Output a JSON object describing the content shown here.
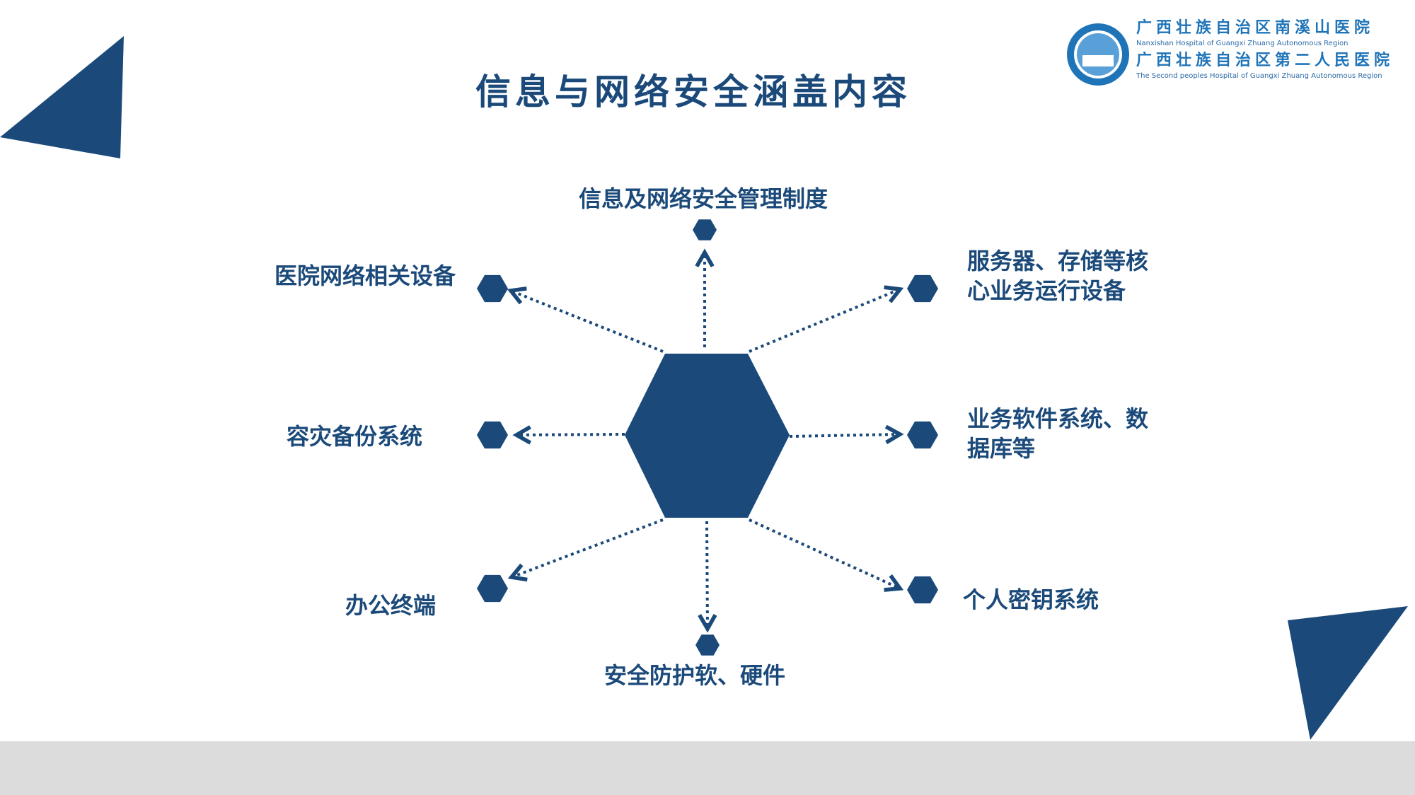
{
  "title": "信息与网络安全涵盖内容",
  "logo": {
    "cn1": "广西壮族自治区南溪山医院",
    "en1": "Nanxishan Hospital of Guangxi Zhuang Autonomous Region",
    "cn2": "广西壮族自治区第二人民医院",
    "en2": "The Second peoples Hospital of Guangxi Zhuang Autonomous Region"
  },
  "items": {
    "top": "信息及网络安全管理制度",
    "top_left": "医院网络相关设备",
    "top_right_1": "服务器、存储等核",
    "top_right_2": "心业务运行设备",
    "left": "容灾备份系统",
    "right_1": "业务软件系统、数",
    "right_2": "据库等",
    "bottom_left": "办公终端",
    "bottom_right": "个人密钥系统",
    "bottom": "安全防护软、硬件"
  },
  "colors": {
    "primary": "#1b4a7a",
    "logo": "#1f74b8",
    "footer": "#dcdcdc"
  }
}
